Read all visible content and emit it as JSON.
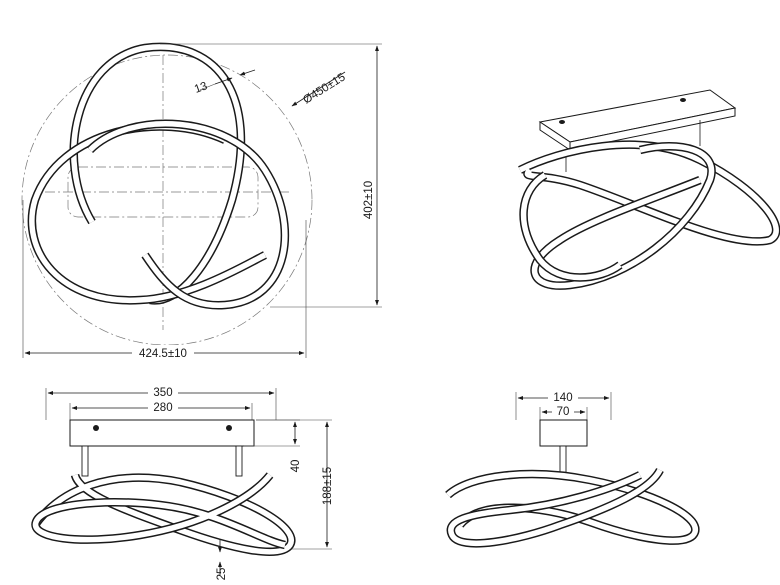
{
  "dimensions": {
    "ring_width": "13",
    "diameter": "Ø450±15",
    "height_top": "402±10",
    "width_top": "424.5±10",
    "base_length": "350",
    "screw_spacing": "280",
    "canopy_height": "40",
    "total_height": "188±15",
    "ring_thickness": "25",
    "base_width": "140",
    "screw_spacing_side": "70"
  },
  "colors": {
    "line": "#1a1a1a",
    "background": "#ffffff"
  }
}
